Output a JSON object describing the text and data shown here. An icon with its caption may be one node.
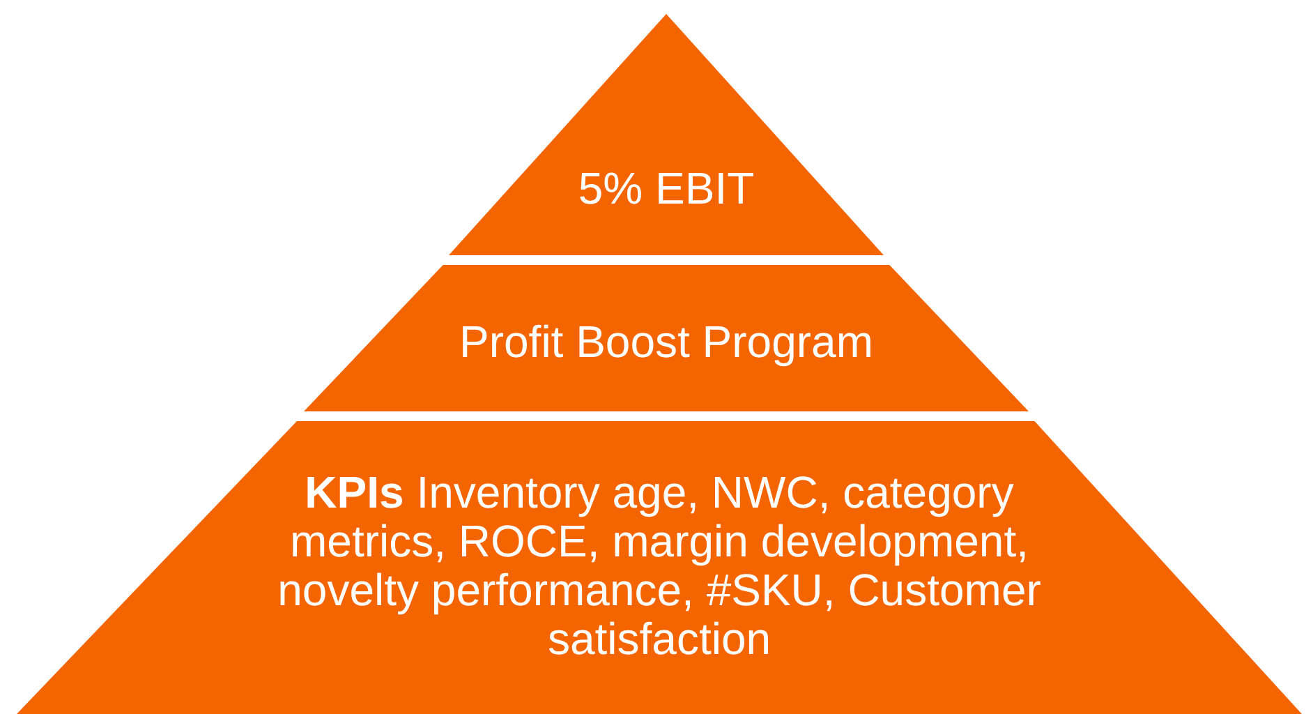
{
  "diagram": {
    "nodes": [
      {
        "text": [
          "5% EBIT"
        ]
      },
      {
        "text": [
          "Profit Boost Program"
        ]
      },
      {
        "text": [
          "**KPIs** Inventory age, NWC, category metrics, ROCE, margin development, novelty performance, #SKU, Customer satisfaction"
        ]
      }
    ]
  }
}
